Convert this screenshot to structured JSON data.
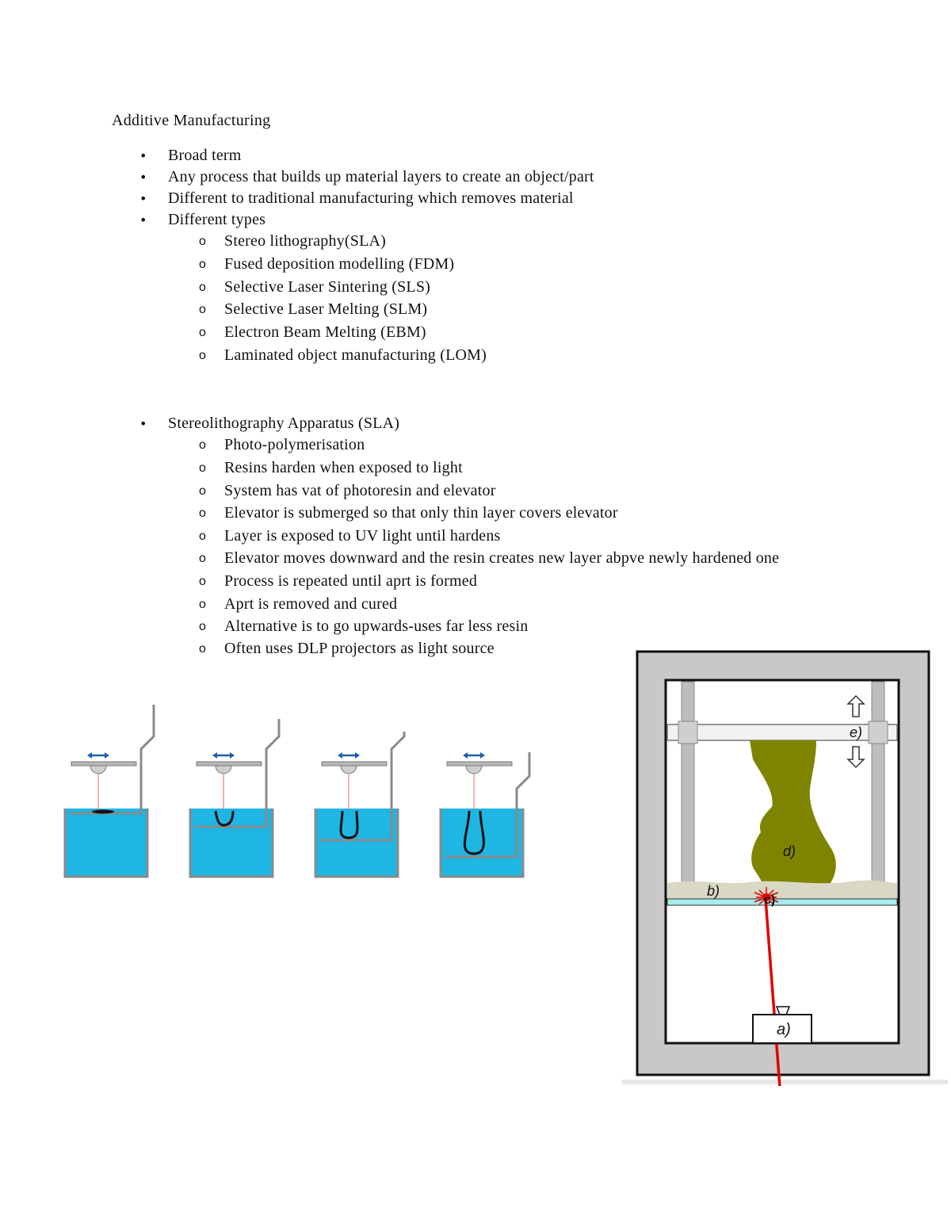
{
  "doc": {
    "title": "Additive Manufacturing",
    "bullet_glyph": "•",
    "sub_bullet_glyph": "o",
    "section1": {
      "items": [
        "Broad term",
        "Any process that builds up material layers to create an object/part",
        "Different to traditional manufacturing which removes material",
        "Different types"
      ],
      "types": [
        "Stereo lithography(SLA)",
        "Fused deposition modelling (FDM)",
        "Selective Laser Sintering (SLS)",
        "Selective Laser Melting (SLM)",
        "Electron Beam Melting (EBM)",
        "Laminated object manufacturing (LOM)"
      ]
    },
    "section2": {
      "heading": "Stereolithography Apparatus (SLA)",
      "items": [
        "Photo-polymerisation",
        "Resins harden when exposed to light",
        "System has vat of photoresin and elevator",
        "Elevator is submerged so that only thin layer covers elevator",
        "Layer is exposed to UV light until hardens",
        "Elevator moves downward and the resin creates new layer abpve newly hardened one",
        "Process is repeated until aprt is formed",
        "Aprt is removed and cured",
        "Alternative is to go upwards-uses far less resin",
        "Often uses DLP projectors as light source"
      ]
    }
  },
  "diagram": {
    "labels": {
      "a": "a)",
      "b": "b)",
      "c": "c)",
      "d": "d)",
      "e": "e)"
    },
    "colors": {
      "resin_blue": "#1fb6e3",
      "part_olive": "#7f8400",
      "laser_red": "#e00000",
      "frame_gray": "#c8c8c8"
    }
  }
}
